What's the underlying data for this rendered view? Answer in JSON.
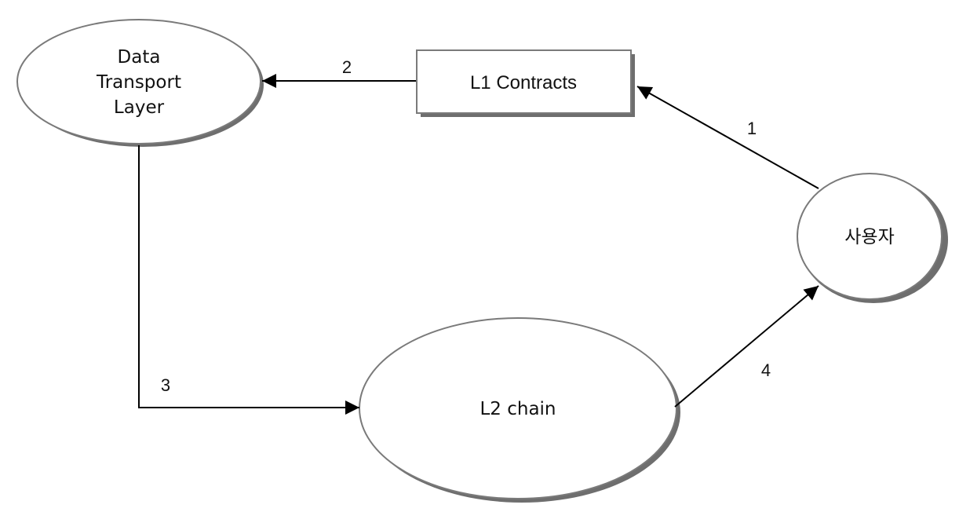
{
  "nodes": {
    "data_transport_layer": {
      "lines": [
        "Data",
        "Transport",
        "Layer"
      ]
    },
    "l1_contracts": {
      "label": "L1 Contracts"
    },
    "user": {
      "label": "사용자"
    },
    "l2_chain": {
      "label": "L2 chain"
    }
  },
  "edges": {
    "step1": {
      "label": "1"
    },
    "step2": {
      "label": "2"
    },
    "step3": {
      "label": "3"
    },
    "step4": {
      "label": "4"
    }
  },
  "colors": {
    "line": "#000000",
    "shape_border": "#7a7a7a",
    "shadow": "#6e6e6e",
    "fill": "#ffffff"
  }
}
